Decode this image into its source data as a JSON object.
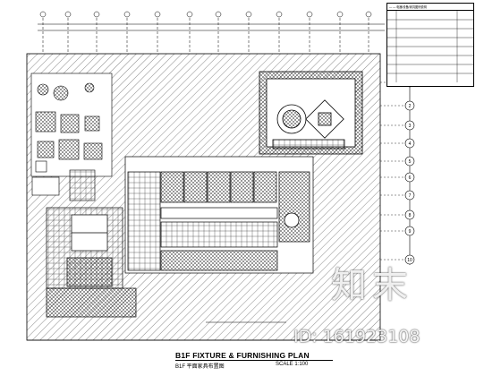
{
  "drawing": {
    "title": "B1F FIXTURE & FURNISHING PLAN",
    "subtitle": "B1F 平面家具布置图",
    "scale": "SCALE 1:100"
  },
  "watermark": {
    "logo": "知末",
    "id": "ID: 161923108"
  },
  "legend": {
    "header": "— — 电器/设备/家具图例说明"
  },
  "grid_bubbles": [
    "1",
    "2",
    "3",
    "4",
    "5",
    "6",
    "7",
    "8",
    "9",
    "10"
  ],
  "colors": {
    "line": "#000000",
    "paper": "#ffffff"
  }
}
